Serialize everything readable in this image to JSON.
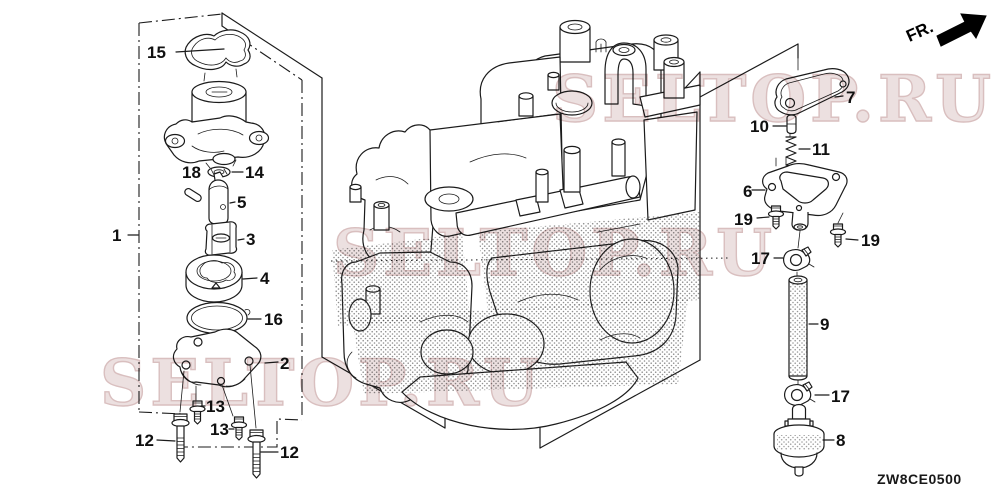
{
  "page": {
    "direction_indicator": "FR.",
    "diagram_code": "ZW8CE0500",
    "watermarks": [
      "SELTOP.RU",
      "SELTOP.RU",
      "SELTOP.RU"
    ],
    "callouts": [
      {
        "id": "1",
        "label": "1"
      },
      {
        "id": "15",
        "label": "15"
      },
      {
        "id": "14",
        "label": "14"
      },
      {
        "id": "18",
        "label": "18"
      },
      {
        "id": "5",
        "label": "5"
      },
      {
        "id": "3",
        "label": "3"
      },
      {
        "id": "4",
        "label": "4"
      },
      {
        "id": "16",
        "label": "16"
      },
      {
        "id": "2",
        "label": "2"
      },
      {
        "id": "13a",
        "label": "13"
      },
      {
        "id": "13b",
        "label": "13"
      },
      {
        "id": "12a",
        "label": "12"
      },
      {
        "id": "12b",
        "label": "12"
      },
      {
        "id": "7",
        "label": "7"
      },
      {
        "id": "10",
        "label": "10"
      },
      {
        "id": "11",
        "label": "11"
      },
      {
        "id": "6",
        "label": "6"
      },
      {
        "id": "19a",
        "label": "19"
      },
      {
        "id": "19b",
        "label": "19"
      },
      {
        "id": "17a",
        "label": "17"
      },
      {
        "id": "9",
        "label": "9"
      },
      {
        "id": "17b",
        "label": "17"
      },
      {
        "id": "8",
        "label": "8"
      }
    ]
  }
}
